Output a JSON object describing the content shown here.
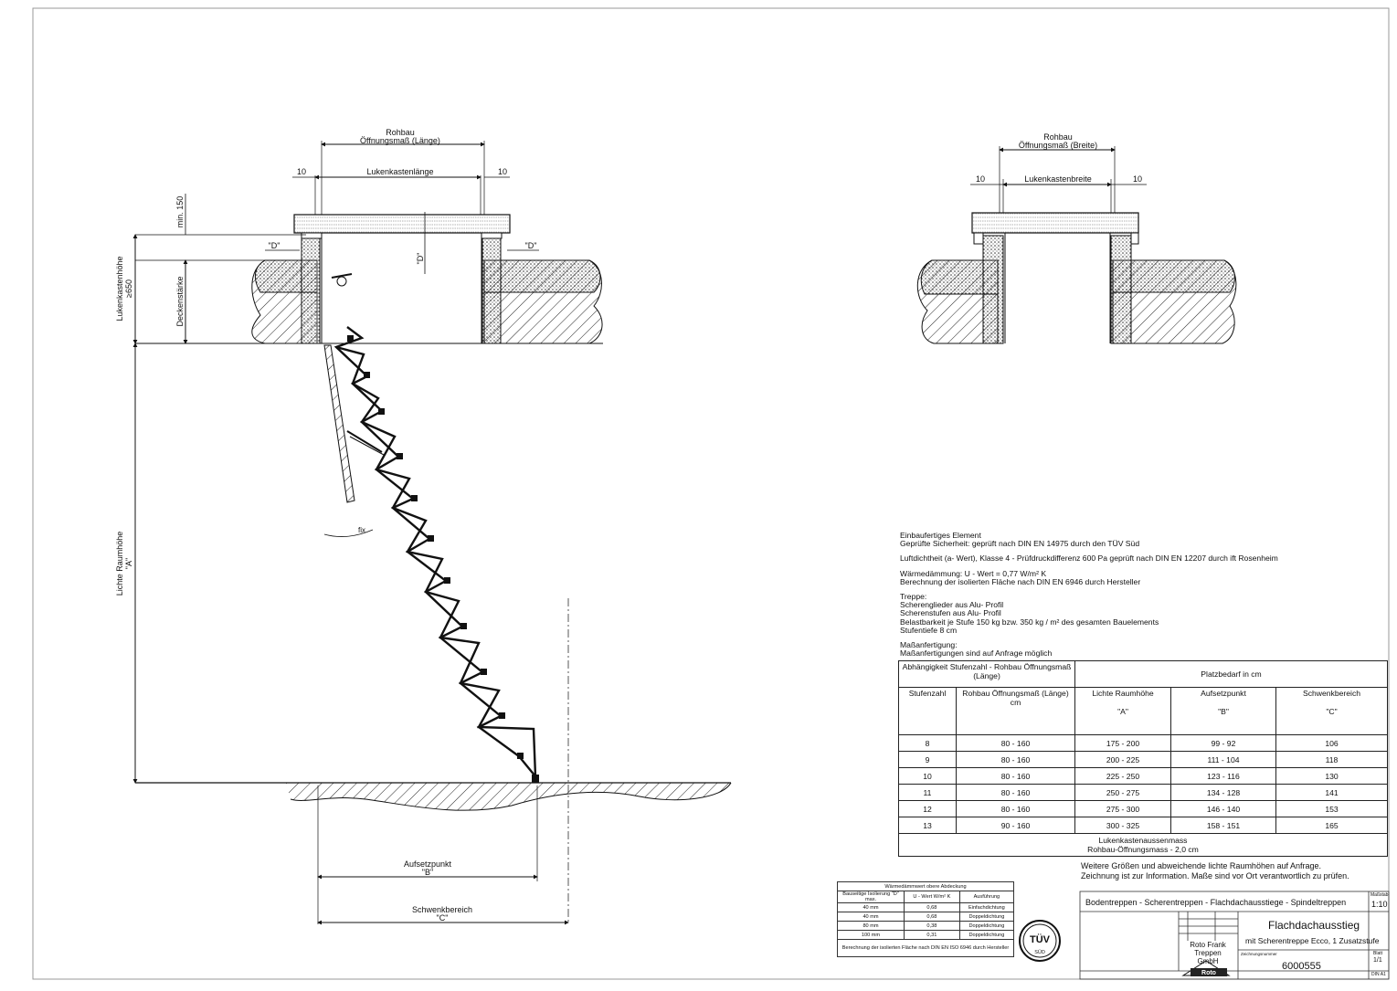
{
  "drawing": {
    "length_view": {
      "rohbau_line1": "Rohbau",
      "rohbau_line2": "Öffnungsmaß (Länge)",
      "dim_left": "10",
      "dim_right": "10",
      "box_label": "Lukenkastenlänge",
      "min_label": "min. 150",
      "d_label": "\"D\"",
      "box_height_line1": "Lukenkastenhöhe",
      "box_height_line2": "≥650",
      "ceiling_label": "Deckenstärke",
      "clear_height_line1": "Lichte Raumhöhe",
      "clear_height_line2": "\"A\"",
      "fix_label": "fix",
      "landing_line1": "Aufsetzpunkt",
      "landing_line2": "\"B\"",
      "swing_line1": "Schwenkbereich",
      "swing_line2": "\"C\""
    },
    "width_view": {
      "rohbau_line1": "Rohbau",
      "rohbau_line2": "Öffnungsmaß (Breite)",
      "dim_left": "10",
      "dim_right": "10",
      "box_label": "Lukenkastenbreite"
    }
  },
  "notes": [
    [
      "Einbaufertiges Element",
      "Geprüfte Sicherheit: geprüft nach DIN EN 14975 durch den TÜV Süd"
    ],
    [
      "Luftdichtheit (a- Wert), Klasse 4 - Prüfdruckdifferenz 600 Pa geprüft nach DIN EN 12207 durch ift Rosenheim"
    ],
    [
      "Wärmedämmung: U - Wert = 0,77 W/m² K",
      "Berechnung der isolierten Fläche nach DIN EN 6946 durch Hersteller"
    ],
    [
      "Treppe:",
      "Scherenglieder aus Alu- Profil",
      "Scherenstufen aus Alu- Profil",
      "Belastbarkeit je Stufe 150 kg bzw. 350 kg / m² des gesamten Bauelements",
      "Stufentiefe 8 cm"
    ],
    [
      "Maßanfertigung:",
      "Maßanfertigungen sind auf Anfrage möglich"
    ]
  ],
  "table": {
    "group_left": "Abhängigkeit Stufenzahl - Rohbau Öffnungsmaß (Länge)",
    "group_right": "Platzbedarf in cm",
    "col_steps": "Stufenzahl",
    "col_opening": "Rohbau Öffnungsmaß (Länge) cm",
    "col_a": "Lichte Raumhöhe",
    "col_a_sub": "\"A\"",
    "col_b": "Aufsetzpunkt",
    "col_b_sub": "\"B\"",
    "col_c": "Schwenkbereich",
    "col_c_sub": "\"C\"",
    "rows": [
      [
        "8",
        "80 - 160",
        "175 - 200",
        "99 -   92",
        "106"
      ],
      [
        "9",
        "80 - 160",
        "200 - 225",
        "111 - 104",
        "118"
      ],
      [
        "10",
        "80 - 160",
        "225 - 250",
        "123 - 116",
        "130"
      ],
      [
        "11",
        "80 - 160",
        "250 - 275",
        "134 - 128",
        "141"
      ],
      [
        "12",
        "80 - 160",
        "275 - 300",
        "146 - 140",
        "153"
      ],
      [
        "13",
        "90 - 160",
        "300 - 325",
        "158 - 151",
        "165"
      ]
    ],
    "footer1": "Lukenkastenaussenmass",
    "footer2": "Rohbau-Öffnungsmass - 2,0 cm"
  },
  "tail_notes": [
    "Weitere Größen und abweichende lichte Raumhöhen auf Anfrage.",
    "Zeichnung ist zur Information. Maße sind vor Ort verantwortlich zu prüfen."
  ],
  "insulation": {
    "title": "Wärmedämmwert obere Abdeckung",
    "h1": "Bauseitige Isolierung \"D\" max.",
    "h2": "U - Wert  W/m² K",
    "h3": "Ausführung",
    "rows": [
      [
        "40 mm",
        "0,68",
        "Einfachdichtung"
      ],
      [
        "40 mm",
        "0,68",
        "Doppeldichtung"
      ],
      [
        "80 mm",
        "0,38",
        "Doppeldichtung"
      ],
      [
        "100 mm",
        "0,31",
        "Doppeldichtung"
      ]
    ],
    "footer": "Berechnung der isolierten Fläche nach DIN EN ISO 6946 durch Hersteller"
  },
  "title_block": {
    "series": "Bodentreppen - Scherentreppen - Flachdachausstiege - Spindeltreppen",
    "scale_label": "Maßstab",
    "scale": "1:10",
    "title": "Flachdachausstieg",
    "subtitle": "mit Scherentreppe Ecco, 1 Zusatzstufe",
    "company_line1": "Roto Frank",
    "company_line2": "Treppen GmbH",
    "drawing_no_label": "Zeichnungsnummer",
    "drawing_no": "6000555",
    "sheet_label": "Blatt",
    "sheet": "1/1",
    "format": "DIN A1",
    "logo": "Roto",
    "tuv_top": "TÜV",
    "tuv_bottom": "SÜD"
  },
  "colors": {
    "line": "#111111",
    "paper": "#ffffff"
  }
}
